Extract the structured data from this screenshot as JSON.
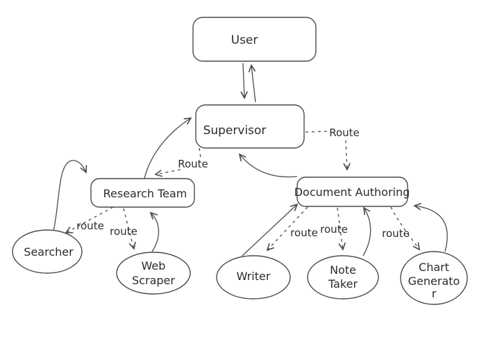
{
  "diagram": {
    "background": "#ffffff",
    "stroke_color": "#4a4a4a",
    "text_color": "#2b2b2b",
    "nodes": {
      "user": {
        "label": "User",
        "shape": "rounded-box"
      },
      "supervisor": {
        "label": "Supervisor",
        "shape": "rounded-box"
      },
      "research_team": {
        "label": "Research Team",
        "shape": "rounded-box"
      },
      "document_authoring": {
        "label": "Document Authoring",
        "shape": "rounded-box"
      },
      "searcher": {
        "label": "Searcher",
        "shape": "ellipse"
      },
      "web_scraper": {
        "shape": "ellipse",
        "line1": "Web",
        "line2": "Scraper"
      },
      "writer": {
        "label": "Writer",
        "shape": "ellipse"
      },
      "note_taker": {
        "shape": "ellipse",
        "line1": "Note",
        "line2": "Taker"
      },
      "chart_generator": {
        "shape": "ellipse",
        "line1": "Chart",
        "line2": "Generato",
        "line3": "r"
      }
    },
    "edge_labels": {
      "route_supervisor_to_research": "Route",
      "route_supervisor_to_document": "Route",
      "route_to_searcher": "route",
      "route_to_web_scraper": "route",
      "route_to_writer": "route",
      "route_to_note_taker": "route",
      "route_to_chart_generator": "route"
    }
  }
}
